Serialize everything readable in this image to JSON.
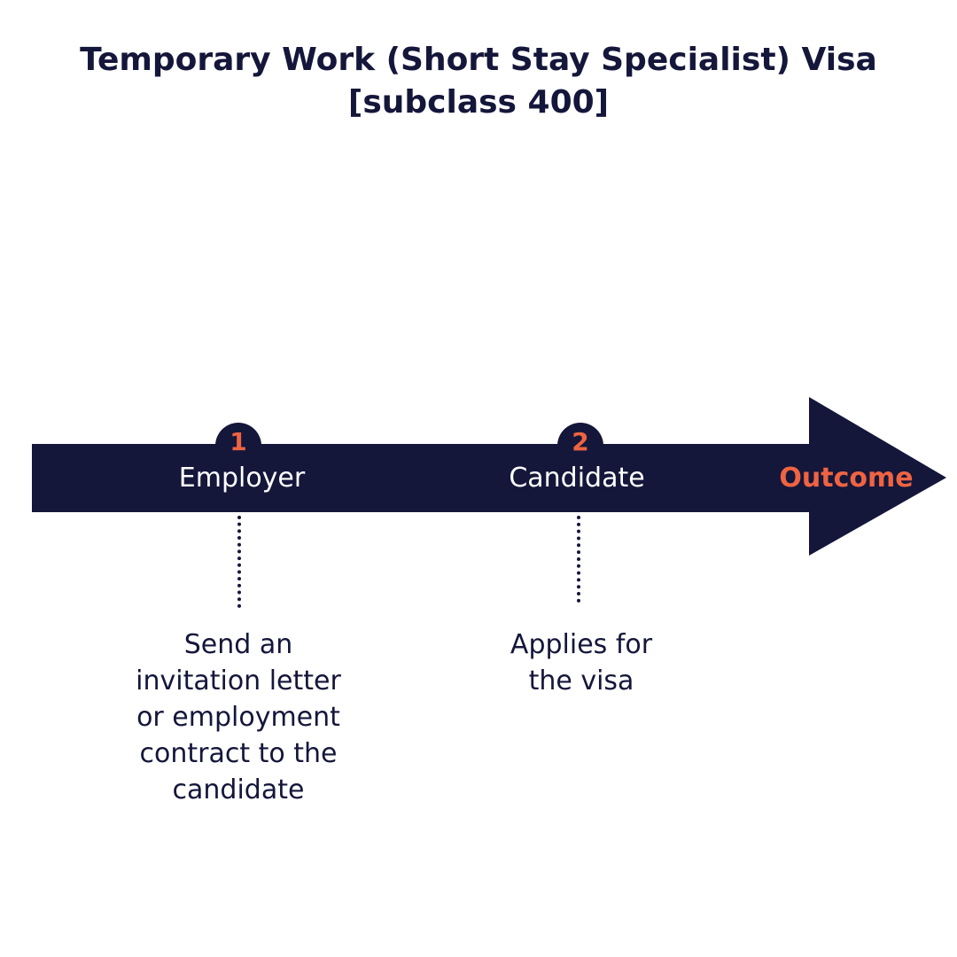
{
  "title": {
    "line1": "Temporary Work (Short Stay Specialist) Visa",
    "line2": "[subclass 400]"
  },
  "colors": {
    "navy": "#14163a",
    "accent": "#ee6442",
    "background": "#ffffff"
  },
  "steps": [
    {
      "number": "1",
      "label": "Employer",
      "description_lines": [
        "Send an",
        "invitation letter",
        "or employment",
        "contract to the",
        "candidate"
      ]
    },
    {
      "number": "2",
      "label": "Candidate",
      "description_lines": [
        "Applies for",
        "the visa"
      ]
    }
  ],
  "outcome": {
    "label": "Outcome"
  }
}
